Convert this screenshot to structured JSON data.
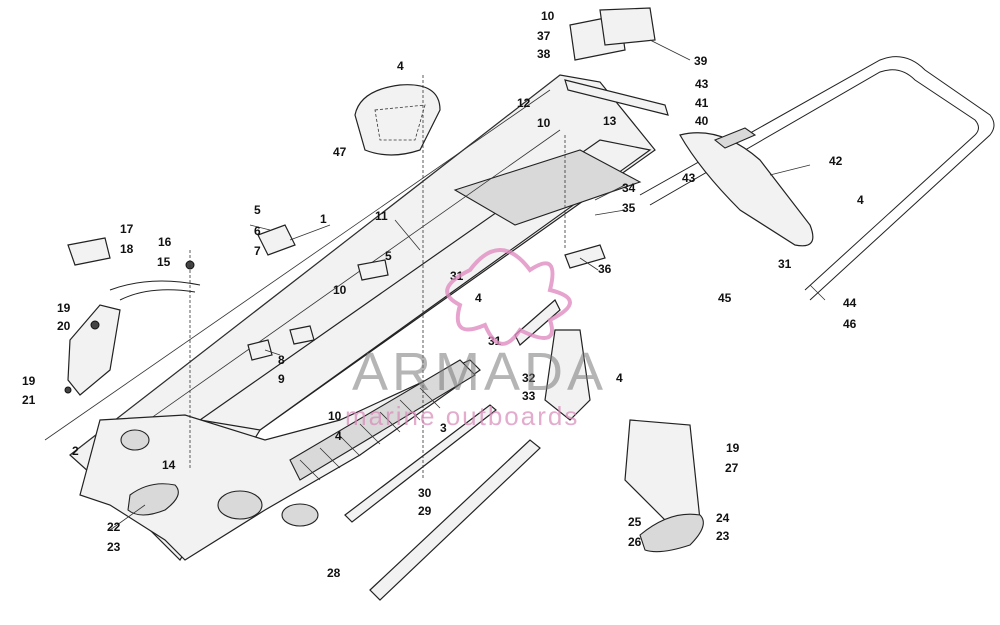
{
  "watermark": {
    "brand": "ARMADA",
    "tagline": "marine outboards",
    "accent_color": "#e08cc0"
  },
  "callouts": [
    "1",
    "2",
    "3",
    "4",
    "5",
    "6",
    "7",
    "8",
    "9",
    "10",
    "11",
    "12",
    "13",
    "14",
    "15",
    "16",
    "17",
    "18",
    "19",
    "20",
    "21",
    "22",
    "23",
    "24",
    "25",
    "26",
    "27",
    "28",
    "29",
    "30",
    "31",
    "32",
    "33",
    "34",
    "35",
    "36",
    "37",
    "38",
    "39",
    "40",
    "41",
    "42",
    "43",
    "44",
    "45",
    "46",
    "47"
  ]
}
